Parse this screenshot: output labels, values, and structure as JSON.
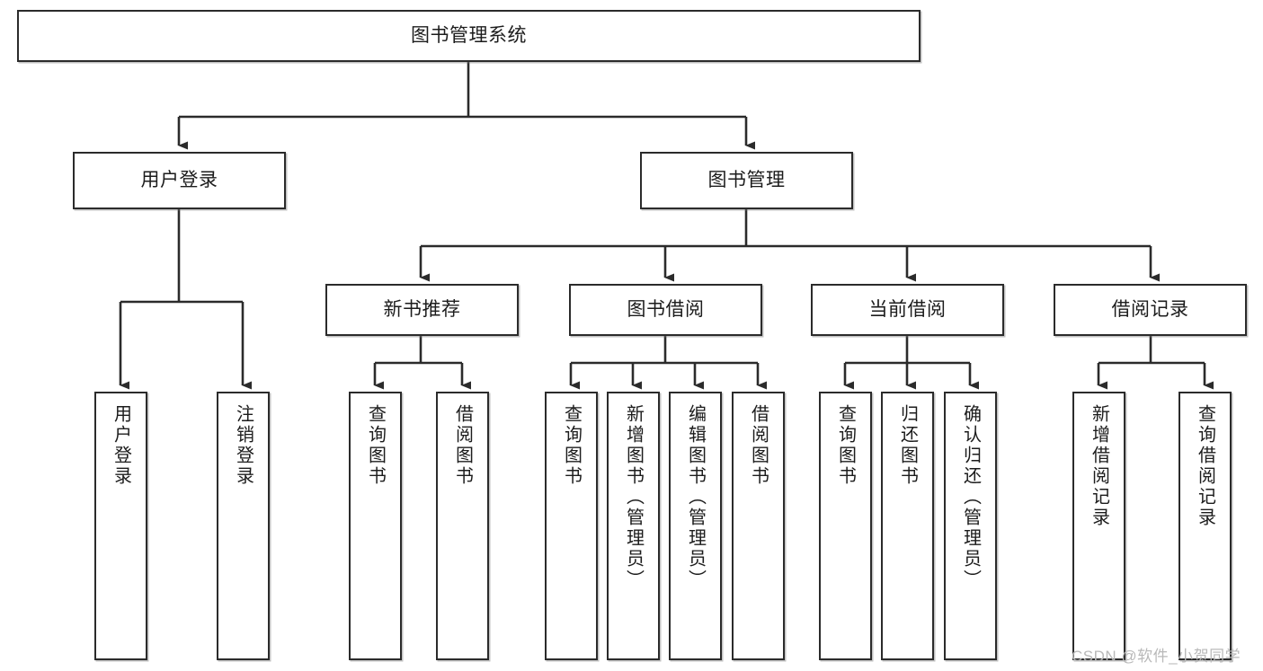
{
  "diagram": {
    "title": "图书管理系统",
    "type": "tree-hierarchy-diagram",
    "colors": {
      "box_border": "#2b2b2b",
      "box_fill": "#ffffff",
      "connector": "#2b2b2b",
      "background": "#ffffff",
      "watermark": "#b9b9b9"
    },
    "root": {
      "label": "图书管理系统"
    },
    "level2": [
      {
        "label": "用户登录"
      },
      {
        "label": "图书管理"
      }
    ],
    "level3": [
      {
        "label": "新书推荐"
      },
      {
        "label": "图书借阅"
      },
      {
        "label": "当前借阅"
      },
      {
        "label": "借阅记录"
      }
    ],
    "leaves": {
      "user_login": [
        {
          "label": "用户登录"
        },
        {
          "label": "注销登录"
        }
      ],
      "new_book_recommend": [
        {
          "label": "查询图书"
        },
        {
          "label": "借阅图书"
        }
      ],
      "book_borrow": [
        {
          "label": "查询图书"
        },
        {
          "label": "新增图书（管理员）"
        },
        {
          "label": "编辑图书（管理员）"
        },
        {
          "label": "借阅图书"
        }
      ],
      "current_borrow": [
        {
          "label": "查询图书"
        },
        {
          "label": "归还图书"
        },
        {
          "label": "确认归还（管理员）"
        }
      ],
      "borrow_record": [
        {
          "label": "新增借阅记录"
        },
        {
          "label": "查询借阅记录"
        }
      ]
    },
    "watermark": "CSDN @软件_小贺同学"
  }
}
